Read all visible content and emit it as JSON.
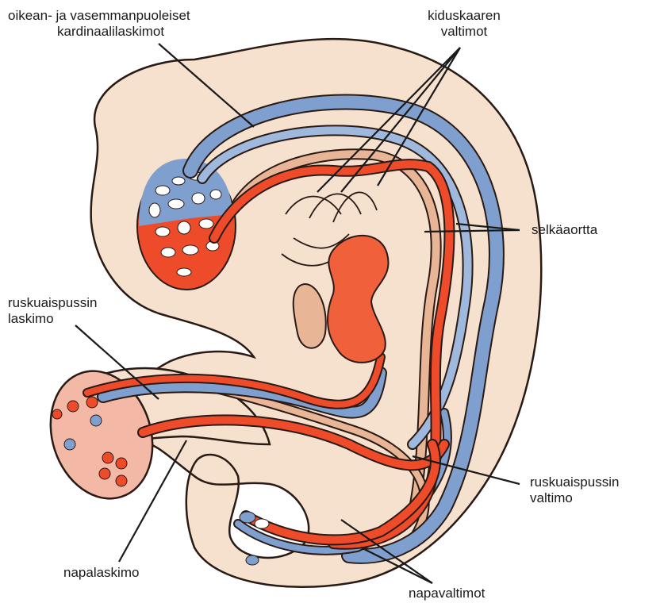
{
  "labels": {
    "cardinal": {
      "line1": "oikean- ja  vasemmanpuoleiset",
      "line2": "kardinaalilaskimot"
    },
    "gill": {
      "line1": "kiduskaaren",
      "line2": "valtimot"
    },
    "aorta": {
      "line1": "selkäaortta"
    },
    "yolk_vein": {
      "line1": "ruskuaispussin",
      "line2": "laskimo"
    },
    "yolk_artery": {
      "line1": "ruskuaispussin",
      "line2": "valtimo"
    },
    "umb_vein": {
      "line1": "napalaskimo"
    },
    "umb_arteries": {
      "line1": "napavaltimot"
    }
  },
  "colors": {
    "body_fill": "#f6e1cf",
    "body_outline": "#2a1a14",
    "artery": "#ee4b2b",
    "vein": "#7f9fce",
    "pale_vessel": "#e8b596",
    "heart": "#f0603a",
    "yolk_sac": "#f3b8a6"
  }
}
